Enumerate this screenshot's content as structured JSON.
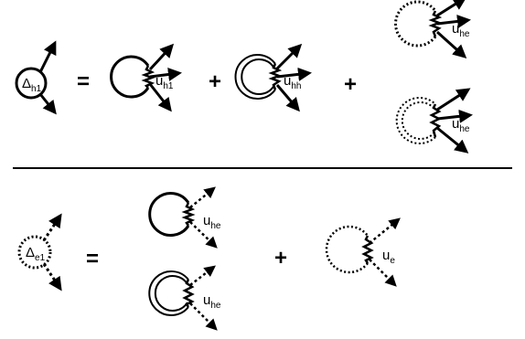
{
  "rows": [
    {
      "lhs": {
        "symbol": "Δ",
        "sub": "h1"
      },
      "equals": "=",
      "terms": [
        {
          "u": "u",
          "sub": "h1"
        },
        {
          "op": "+",
          "u": "u",
          "sub": "hh"
        },
        {
          "op": "+",
          "u": "u",
          "sub": "he"
        },
        {
          "u": "u",
          "sub": "he"
        }
      ]
    },
    {
      "lhs": {
        "symbol": "Δ",
        "sub": "e1"
      },
      "equals": "=",
      "terms": [
        {
          "u": "u",
          "sub": "he"
        },
        {
          "u": "u",
          "sub": "he"
        },
        {
          "op": "+",
          "u": "u",
          "sub": "e"
        }
      ]
    }
  ],
  "colors": {
    "line": "#000000",
    "background": "#ffffff"
  }
}
